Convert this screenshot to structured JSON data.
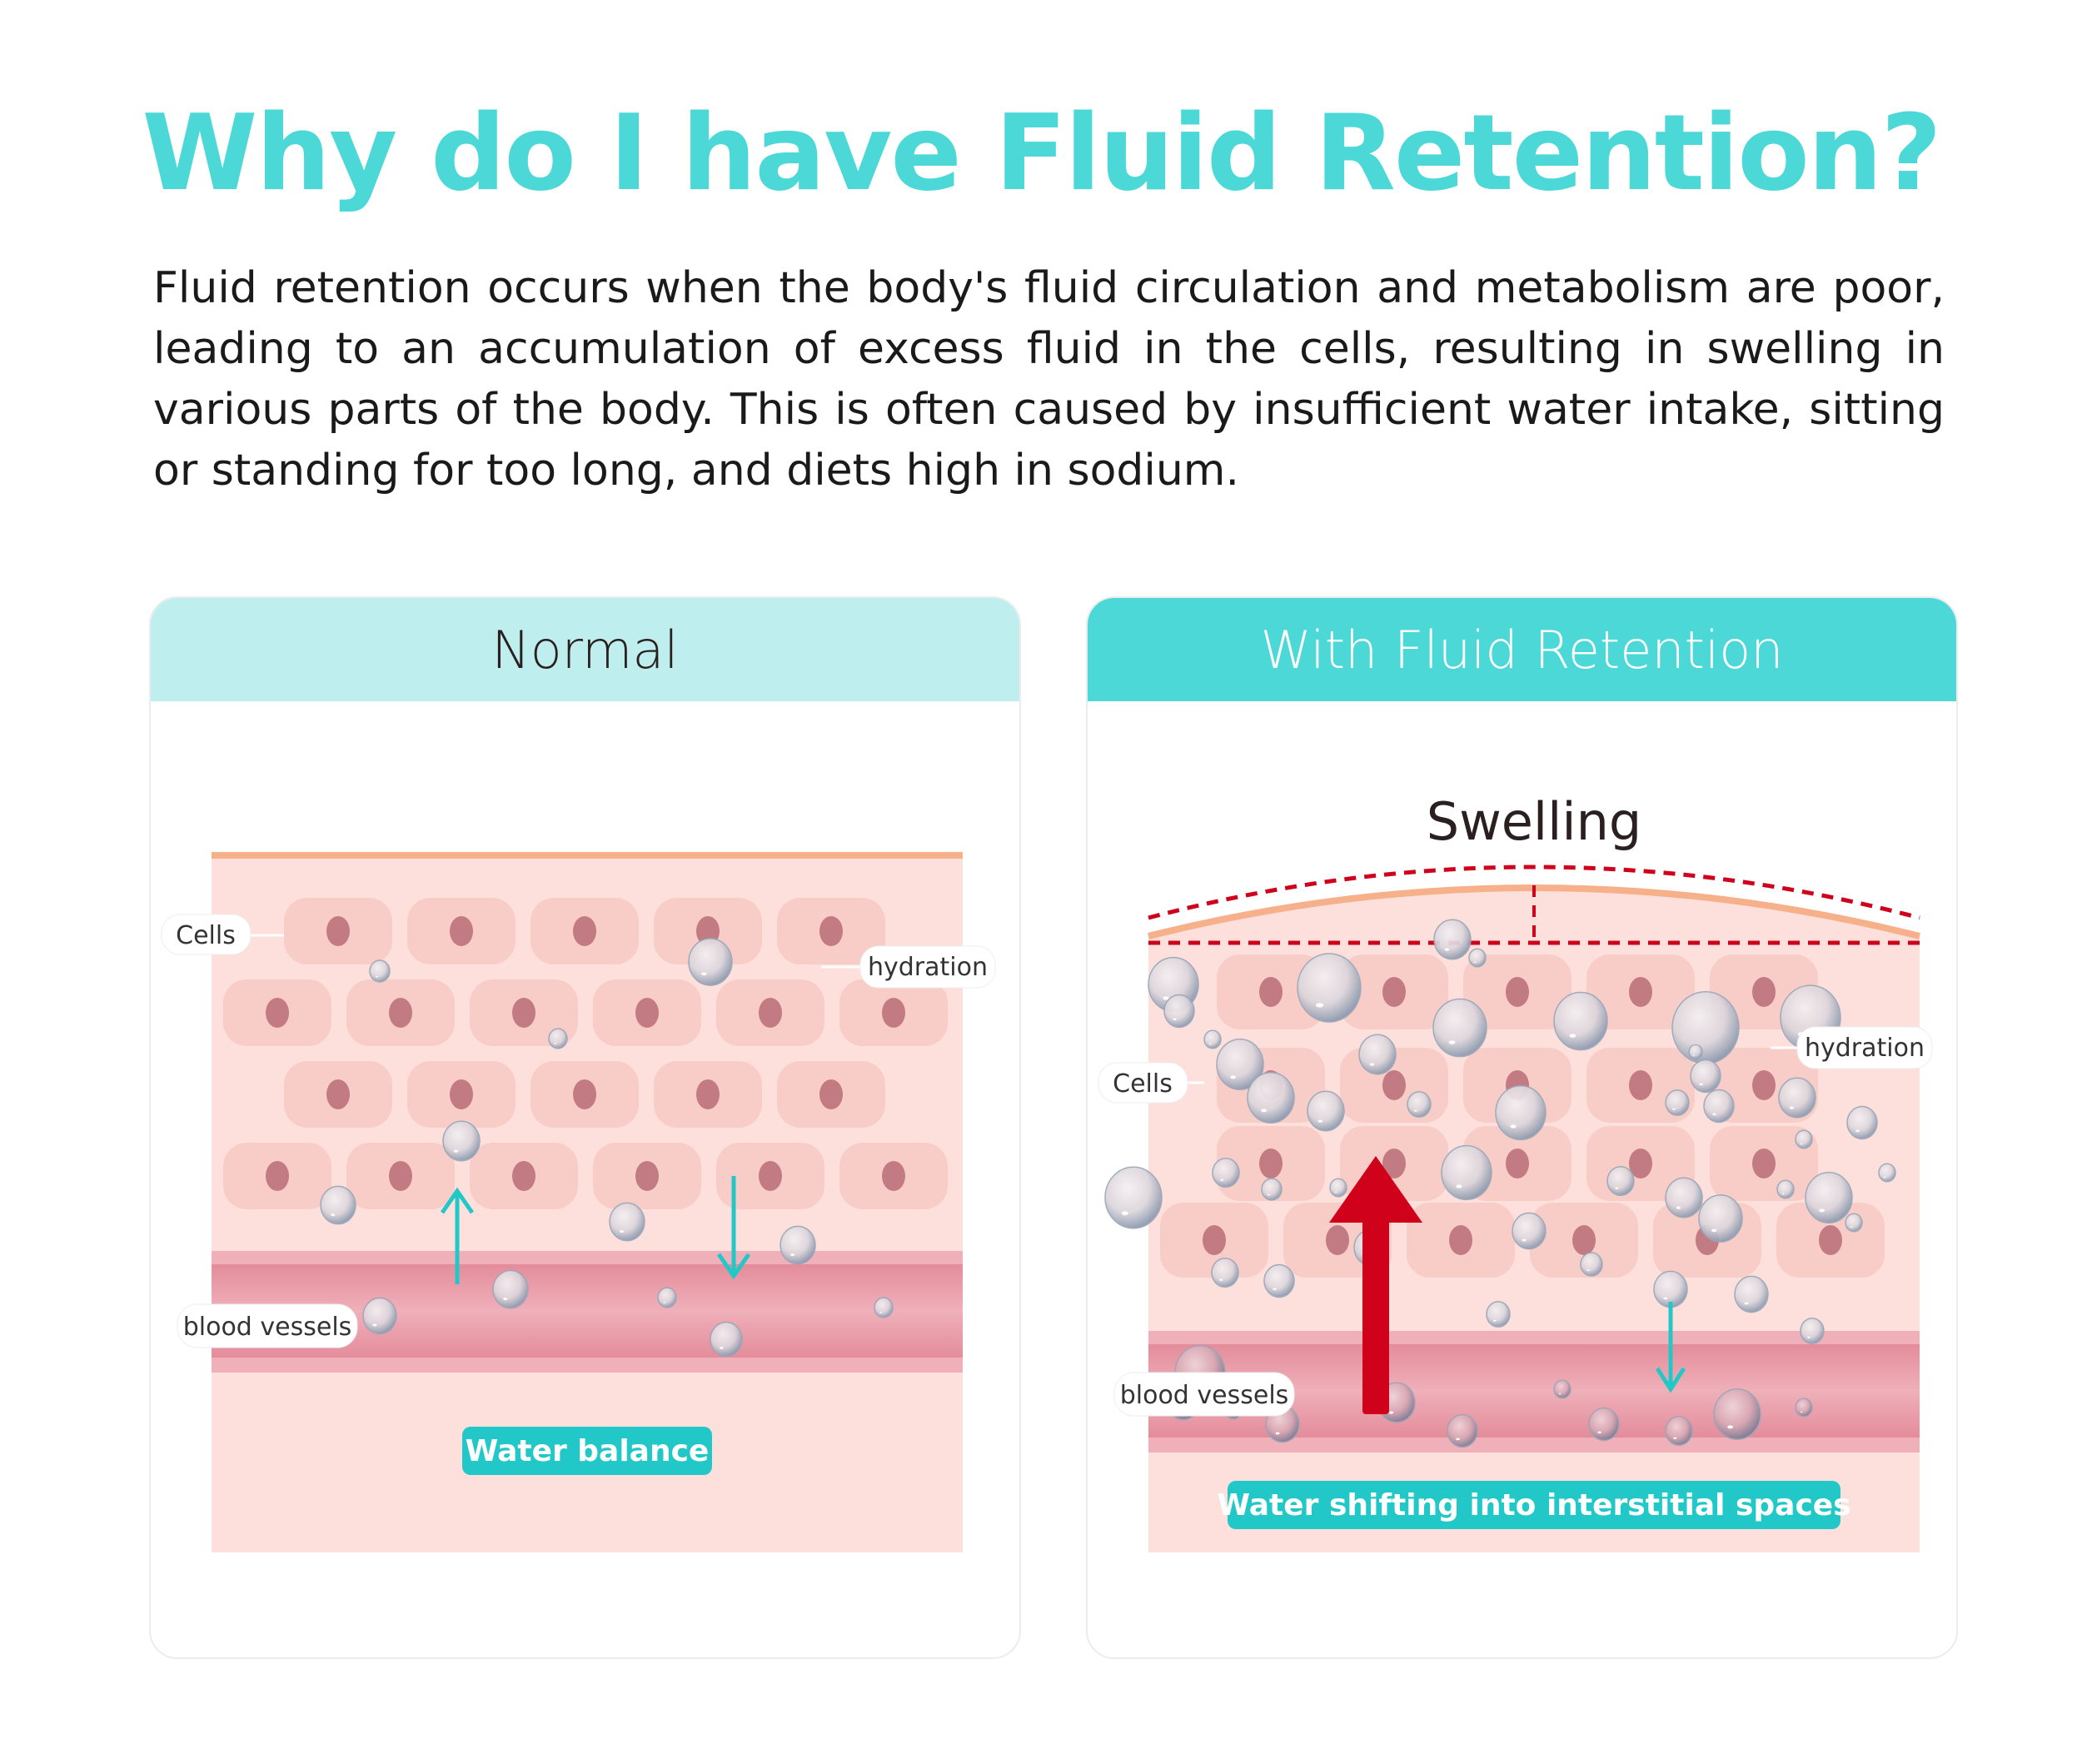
{
  "title": "Why do I have Fluid Retention?",
  "intro": "Fluid retention occurs when the body's fluid circulation and metabolism are poor, leading to an accumulation of excess fluid in the cells, resulting in swelling in various parts of the body. This is often caused by insufficient water intake, sitting or standing for too long, and diets high in sodium.",
  "panels": {
    "normal": {
      "header": "Normal",
      "labels": {
        "cells": "Cells",
        "hydration": "hydration",
        "blood_vessels": "blood vessels"
      },
      "caption": "Water balance"
    },
    "retention": {
      "header": "With Fluid Retention",
      "heading": "Swelling",
      "labels": {
        "cells": "Cells",
        "hydration": "hydration",
        "blood_vessels": "blood vessels"
      },
      "caption": "Water shifting into interstitial spaces"
    }
  },
  "colors": {
    "accent": "#4dd8d8",
    "header_light": "#bfeeee",
    "caption_bg": "#22c8c8",
    "skin": "#fddfdb",
    "cell": "#f9cdc7",
    "nucleus": "#c27b82",
    "skin_line": "#f6b08a",
    "vessel": "#e8a0ab",
    "arrow_red": "#d0021b"
  }
}
